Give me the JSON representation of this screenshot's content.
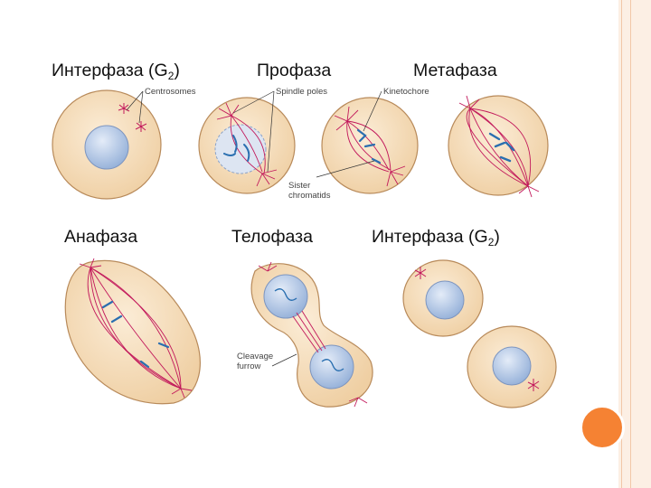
{
  "stages": {
    "interphase1": {
      "name": "Интерфаза (G",
      "sub": "2",
      "close": ")"
    },
    "prophase": {
      "name": "Профаза"
    },
    "metaphase": {
      "name": "Метафаза"
    },
    "anaphase": {
      "name": "Анафаза"
    },
    "telophase": {
      "name": "Телофаза"
    },
    "interphase2": {
      "name": "Интерфаза (G",
      "sub": "2",
      "close": ")"
    }
  },
  "callouts": {
    "centrosomes": "Centrosomes",
    "spindle_poles": "Spindle poles",
    "kinetochore": "Kinetochore",
    "sister": "Sister",
    "chromatids": "chromatids",
    "cleavage": "Cleavage",
    "furrow": "furrow"
  },
  "colors": {
    "cytoplasm": "#f5dcb8",
    "cell_outline": "#b88a5a",
    "nucleus": "#b8cae6",
    "spindle": "#c2185b",
    "chromosome": "#2a6fb0",
    "accent": "#f58233"
  }
}
